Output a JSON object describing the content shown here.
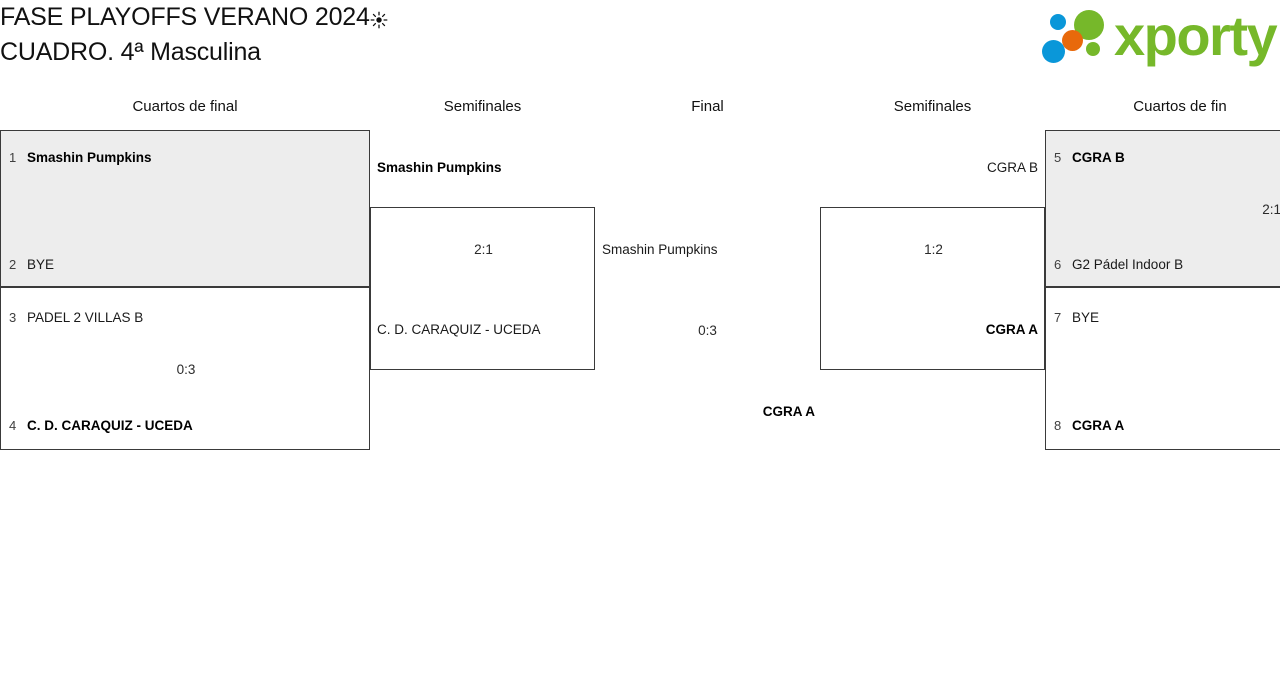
{
  "header": {
    "title_line1": "FASE PLAYOFFS VERANO 2024",
    "title_icon": "sun-icon",
    "title_line2": "CUADRO. 4ª Masculina",
    "logo_text": "xporty",
    "logo_colors": {
      "green": "#76b82a",
      "blue": "#0a97d9",
      "orange": "#e8690b"
    }
  },
  "colors": {
    "shaded_row": "#ededed",
    "border": "#3a3a3a",
    "text": "#1a1a1a"
  },
  "rounds": [
    {
      "label": "Cuartos de final",
      "side": "left"
    },
    {
      "label": "Semifinales",
      "side": "left"
    },
    {
      "label": "Final",
      "side": "center"
    },
    {
      "label": "Semifinales",
      "side": "right"
    },
    {
      "label": "Cuartos de fin",
      "side": "right"
    }
  ],
  "bracket": {
    "qf_left": [
      {
        "score": "",
        "shaded": true,
        "players": [
          {
            "seed": "1",
            "name": "Smashin Pumpkins",
            "winner": true
          },
          {
            "seed": "2",
            "name": "BYE",
            "winner": false
          }
        ]
      },
      {
        "score": "0:3",
        "shaded": false,
        "players": [
          {
            "seed": "3",
            "name": "PADEL 2 VILLAS B",
            "winner": false
          },
          {
            "seed": "4",
            "name": "C. D. CARAQUIZ - UCEDA",
            "winner": true
          }
        ]
      }
    ],
    "sf_left": {
      "score": "2:1",
      "top": {
        "name": "Smashin Pumpkins",
        "winner": true
      },
      "bottom": {
        "name": "C. D. CARAQUIZ - UCEDA",
        "winner": false
      }
    },
    "final": {
      "score": "0:3",
      "top": {
        "name": "Smashin Pumpkins",
        "winner": false
      },
      "bottom": {
        "name": "CGRA A",
        "winner": true
      }
    },
    "sf_right": {
      "score": "1:2",
      "top": {
        "name": "CGRA B",
        "winner": false
      },
      "bottom": {
        "name": "CGRA A",
        "winner": true
      }
    },
    "qf_right": [
      {
        "score": "2:1",
        "shaded": true,
        "players": [
          {
            "seed": "5",
            "name": "CGRA B",
            "winner": true
          },
          {
            "seed": "6",
            "name": "G2 Pádel Indoor B",
            "winner": false
          }
        ]
      },
      {
        "score": "",
        "shaded": false,
        "players": [
          {
            "seed": "7",
            "name": "BYE",
            "winner": false
          },
          {
            "seed": "8",
            "name": "CGRA A",
            "winner": true
          }
        ]
      }
    ]
  }
}
